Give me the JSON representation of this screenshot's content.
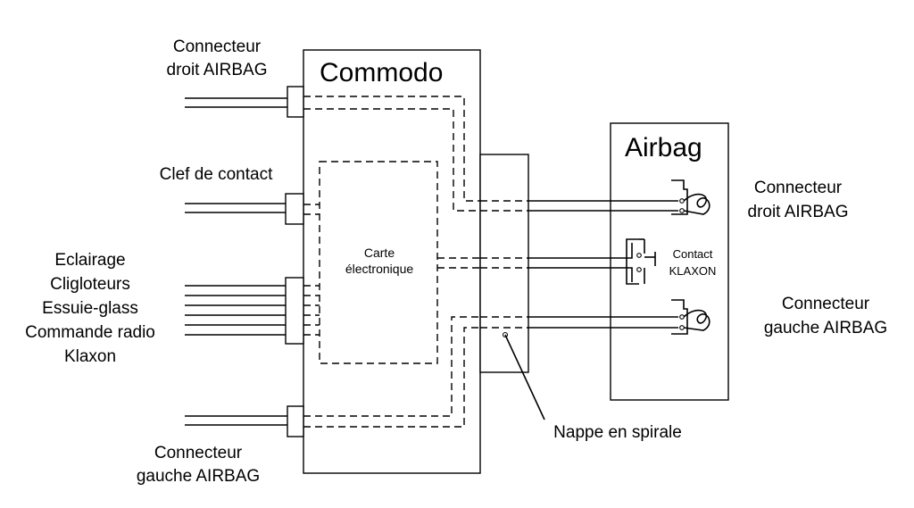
{
  "commodo": {
    "title": "Commodo",
    "left": {
      "droit_airbag": [
        "Connecteur",
        "droit AIRBAG"
      ],
      "clef": "Clef de contact",
      "functions": [
        "Eclairage",
        "Cligloteurs",
        "Essuie-glass",
        "Commande radio",
        "Klaxon"
      ],
      "gauche_airbag": [
        "Connecteur",
        "gauche AIRBAG"
      ]
    },
    "carte": [
      "Carte",
      "électronique"
    ]
  },
  "airbag": {
    "title": "Airbag",
    "droit_airbag": [
      "Connecteur",
      "droit AIRBAG"
    ],
    "contact": [
      "Contact",
      "KLAXON"
    ],
    "gauche_airbag": [
      "Connecteur",
      "gauche AIRBAG"
    ]
  },
  "nappe": "Nappe en spirale"
}
